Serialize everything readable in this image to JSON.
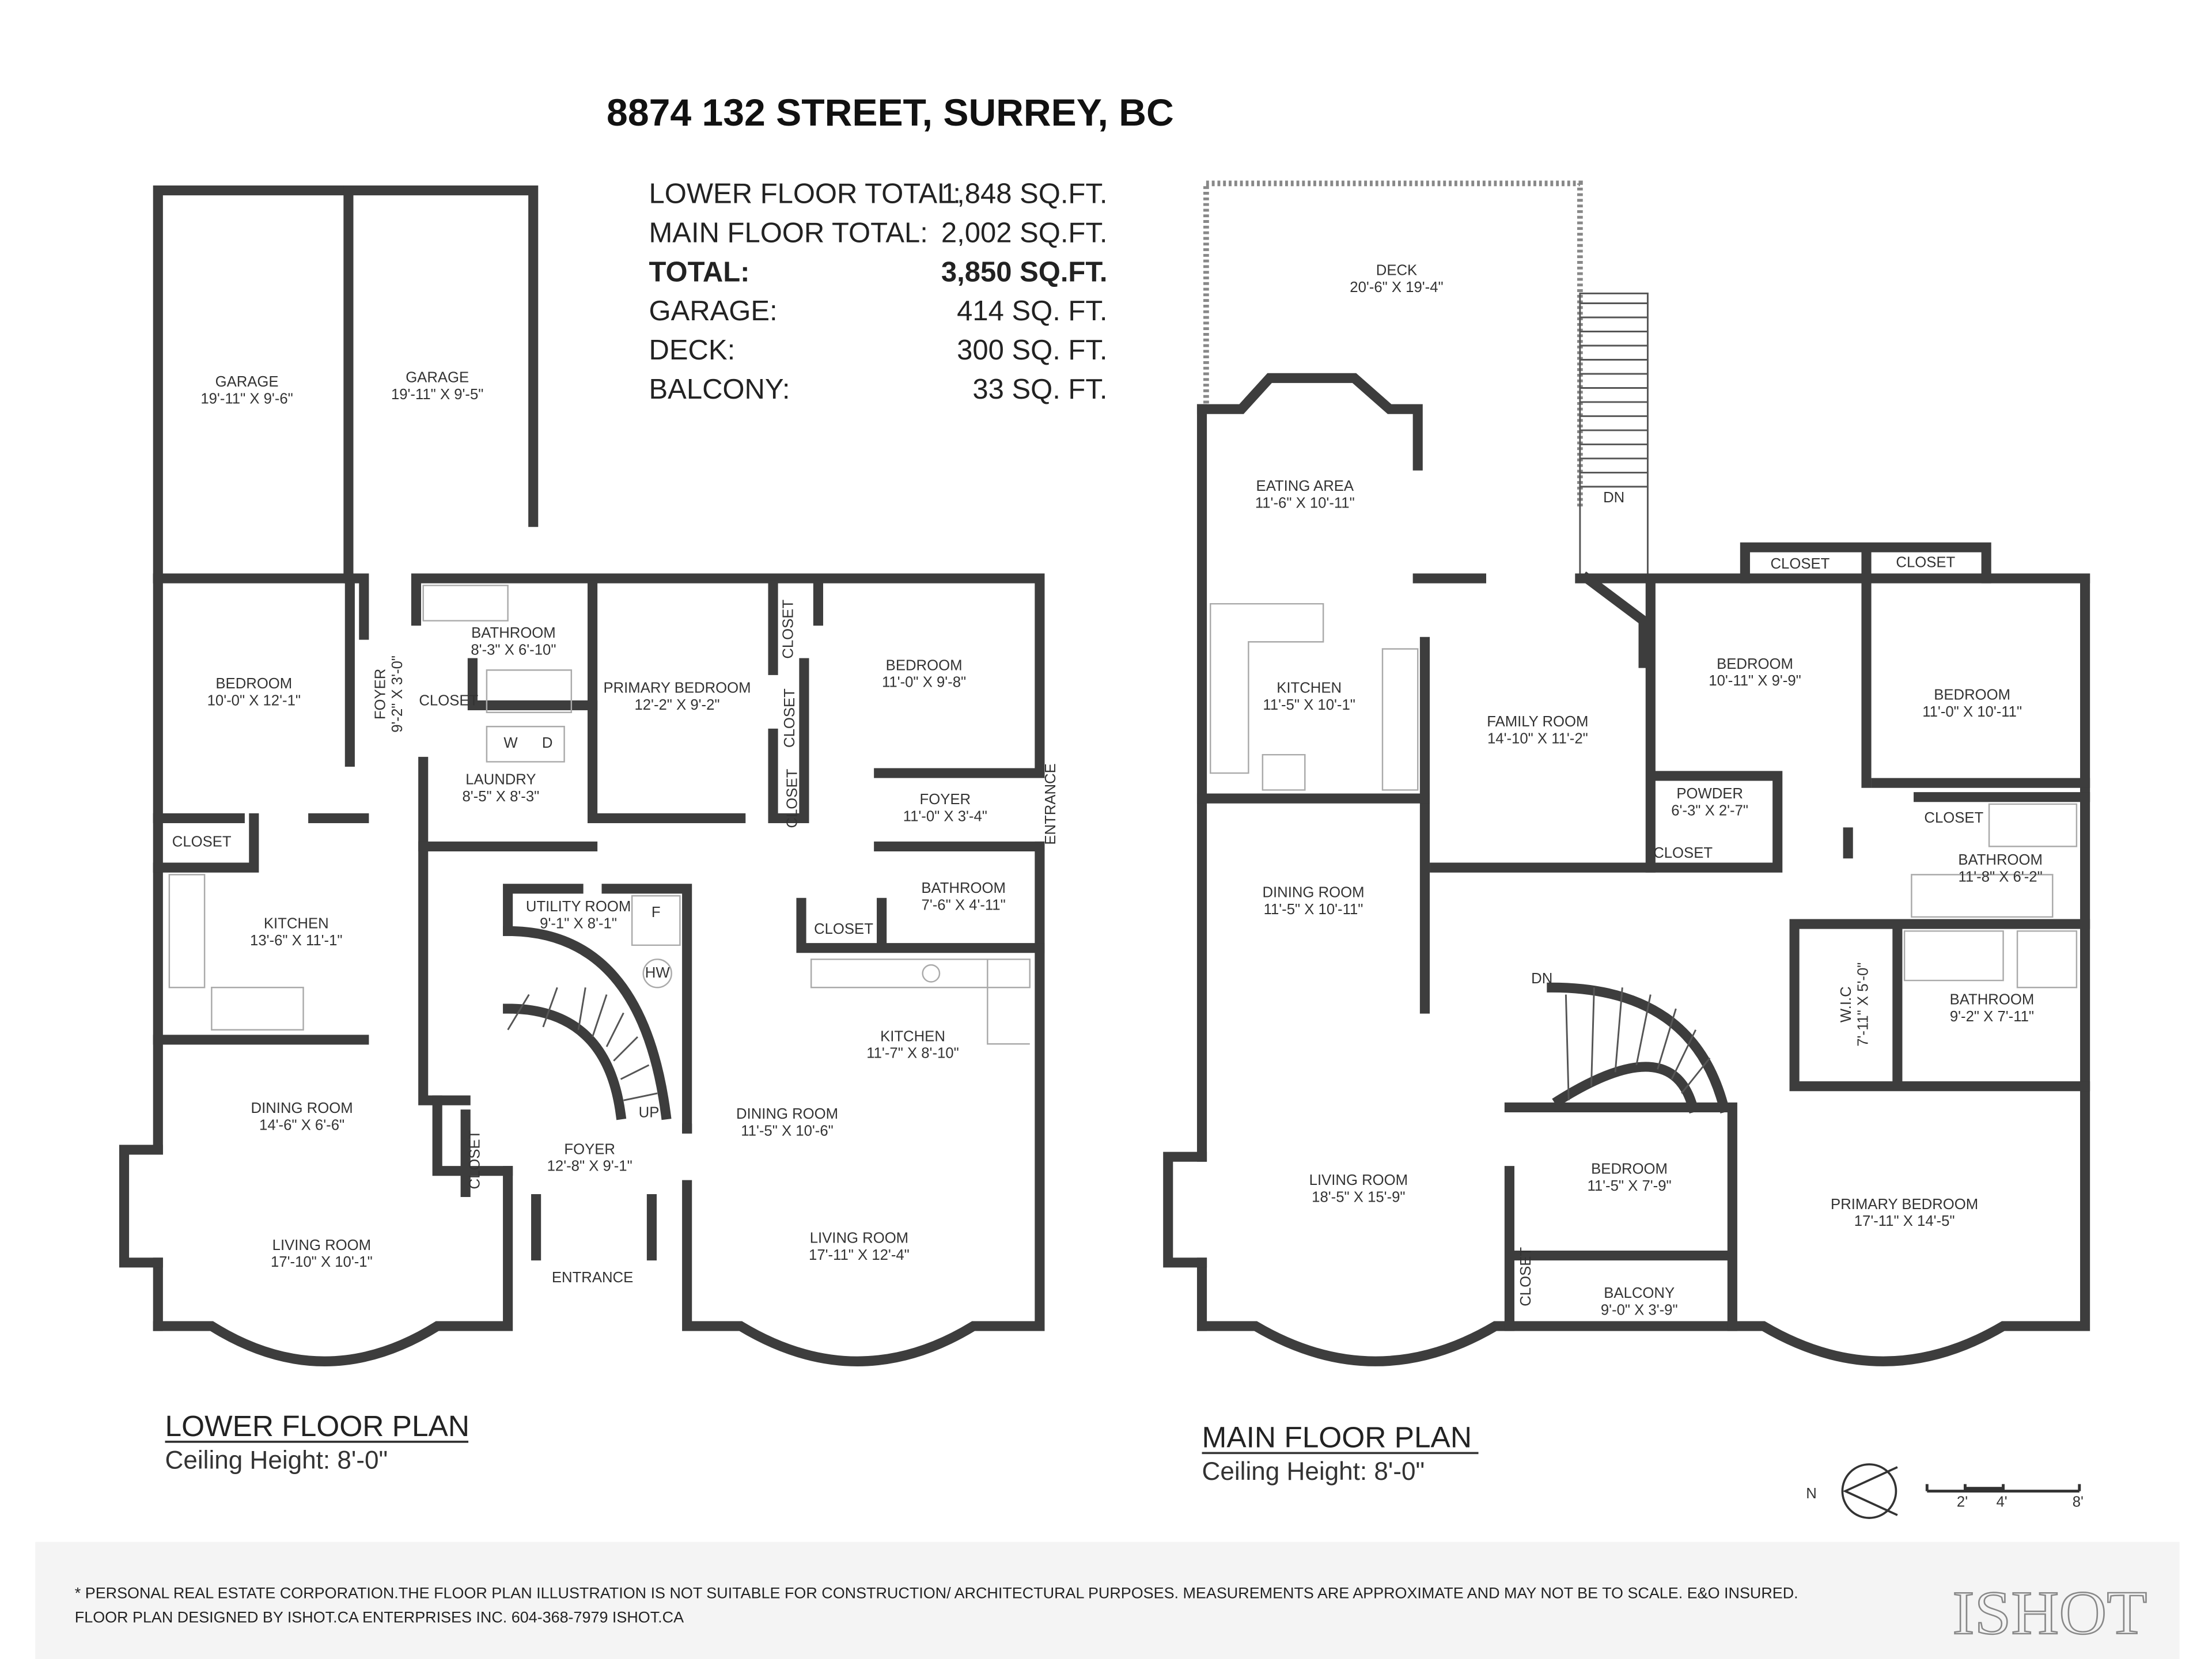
{
  "header": {
    "address": "8874 132 STREET, SURREY, BC"
  },
  "summary": [
    {
      "label": "LOWER FLOOR TOTAL:",
      "value": "1,848 SQ.FT.",
      "bold": false
    },
    {
      "label": "MAIN FLOOR TOTAL:",
      "value": "2,002 SQ.FT.",
      "bold": false
    },
    {
      "label": "TOTAL:",
      "value": "3,850 SQ.FT.",
      "bold": true
    },
    {
      "label": "GARAGE:",
      "value": "414 SQ. FT.",
      "bold": false
    },
    {
      "label": "DECK:",
      "value": "300 SQ. FT.",
      "bold": false
    },
    {
      "label": "BALCONY:",
      "value": "33 SQ. FT.",
      "bold": false
    }
  ],
  "lower_floor": {
    "title": "LOWER FLOOR PLAN",
    "ceiling": "Ceiling Height: 8'-0\"",
    "rooms": [
      {
        "name": "GARAGE",
        "dims": "19'-11\" X 9'-6\""
      },
      {
        "name": "GARAGE",
        "dims": "19'-11\" X 9'-5\""
      },
      {
        "name": "BEDROOM",
        "dims": "10'-0\" X 12'-1\""
      },
      {
        "name": "FOYER",
        "dims": "9'-2\" X 3'-0\""
      },
      {
        "name": "BATHROOM",
        "dims": "8'-3\" X 6'-10\""
      },
      {
        "name": "CLOSET",
        "dims": ""
      },
      {
        "name": "LAUNDRY",
        "dims": "8'-5\" X 8'-3\""
      },
      {
        "name": "PRIMARY BEDROOM",
        "dims": "12'-2\" X 9'-2\""
      },
      {
        "name": "CLOSET",
        "dims": ""
      },
      {
        "name": "CLOSET",
        "dims": ""
      },
      {
        "name": "CLOSET",
        "dims": ""
      },
      {
        "name": "BEDROOM",
        "dims": "11'-0\" X 9'-8\""
      },
      {
        "name": "FOYER",
        "dims": "11'-0\" X 3'-4\""
      },
      {
        "name": "ENTRANCE",
        "dims": ""
      },
      {
        "name": "CLOSET",
        "dims": ""
      },
      {
        "name": "KITCHEN",
        "dims": "13'-6\" X 11'-1\""
      },
      {
        "name": "UTILITY ROOM",
        "dims": "9'-1\" X 8'-1\""
      },
      {
        "name": "BATHROOM",
        "dims": "7'-6\" X 4'-11\""
      },
      {
        "name": "CLOSET",
        "dims": ""
      },
      {
        "name": "KITCHEN",
        "dims": "11'-7\" X 8'-10\""
      },
      {
        "name": "DINING ROOM",
        "dims": "14'-6\" X 6'-6\""
      },
      {
        "name": "DINING ROOM",
        "dims": "11'-5\" X 10'-6\""
      },
      {
        "name": "CLOSET",
        "dims": ""
      },
      {
        "name": "FOYER",
        "dims": "12'-8\" X 9'-1\""
      },
      {
        "name": "LIVING ROOM",
        "dims": "17'-10\" X 10'-1\""
      },
      {
        "name": "LIVING ROOM",
        "dims": "17'-11\" X 12'-4\""
      },
      {
        "name": "ENTRANCE",
        "dims": ""
      }
    ],
    "fixtures": [
      "W",
      "D",
      "F",
      "HW",
      "UP"
    ]
  },
  "main_floor": {
    "title": "MAIN FLOOR PLAN",
    "ceiling": "Ceiling Height: 8'-0\"",
    "rooms": [
      {
        "name": "DECK",
        "dims": "20'-6\" X 19'-4\""
      },
      {
        "name": "EATING AREA",
        "dims": "11'-6\" X 10'-11\""
      },
      {
        "name": "KITCHEN",
        "dims": "11'-5\" X 10'-1\""
      },
      {
        "name": "FAMILY ROOM",
        "dims": "14'-10\" X 11'-2\""
      },
      {
        "name": "CLOSET",
        "dims": ""
      },
      {
        "name": "CLOSET",
        "dims": ""
      },
      {
        "name": "BEDROOM",
        "dims": "10'-11\" X 9'-9\""
      },
      {
        "name": "BEDROOM",
        "dims": "11'-0\" X 10'-11\""
      },
      {
        "name": "POWDER",
        "dims": "6'-3\" X 2'-7\""
      },
      {
        "name": "CLOSET",
        "dims": ""
      },
      {
        "name": "CLOSET",
        "dims": ""
      },
      {
        "name": "BATHROOM",
        "dims": "11'-8\" X 6'-2\""
      },
      {
        "name": "DINING ROOM",
        "dims": "11'-5\" X 10'-11\""
      },
      {
        "name": "W.I.C",
        "dims": "7'-11\" X 5'-0\""
      },
      {
        "name": "BATHROOM",
        "dims": "9'-2\" X 7'-11\""
      },
      {
        "name": "BEDROOM",
        "dims": "11'-5\" X 7'-9\""
      },
      {
        "name": "LIVING ROOM",
        "dims": "18'-5\" X 15'-9\""
      },
      {
        "name": "PRIMARY BEDROOM",
        "dims": "17'-11\" X 14'-5\""
      },
      {
        "name": "CLOSET",
        "dims": ""
      },
      {
        "name": "BALCONY",
        "dims": "9'-0\" X 3'-9\""
      }
    ],
    "fixtures": [
      "DN",
      "DN"
    ]
  },
  "legend": {
    "north_label": "N",
    "north_icon": "compass-arrow-icon",
    "scale_ticks": [
      "2'",
      "4'",
      "8'"
    ]
  },
  "footer": {
    "disclaimer": "* PERSONAL REAL ESTATE CORPORATION.THE FLOOR PLAN ILLUSTRATION IS NOT SUITABLE FOR CONSTRUCTION/ ARCHITECTURAL PURPOSES. MEASUREMENTS ARE APPROXIMATE AND MAY NOT BE TO SCALE. E&O INSURED.",
    "credit": "FLOOR PLAN DESIGNED BY ISHOT.CA ENTERPRISES INC. 604-368-7979  ISHOT.CA",
    "logo": "ISHOT"
  },
  "colors": {
    "wall": "#3d3d3d",
    "footer_bg": "#f4f4f4",
    "text": "#222222"
  }
}
